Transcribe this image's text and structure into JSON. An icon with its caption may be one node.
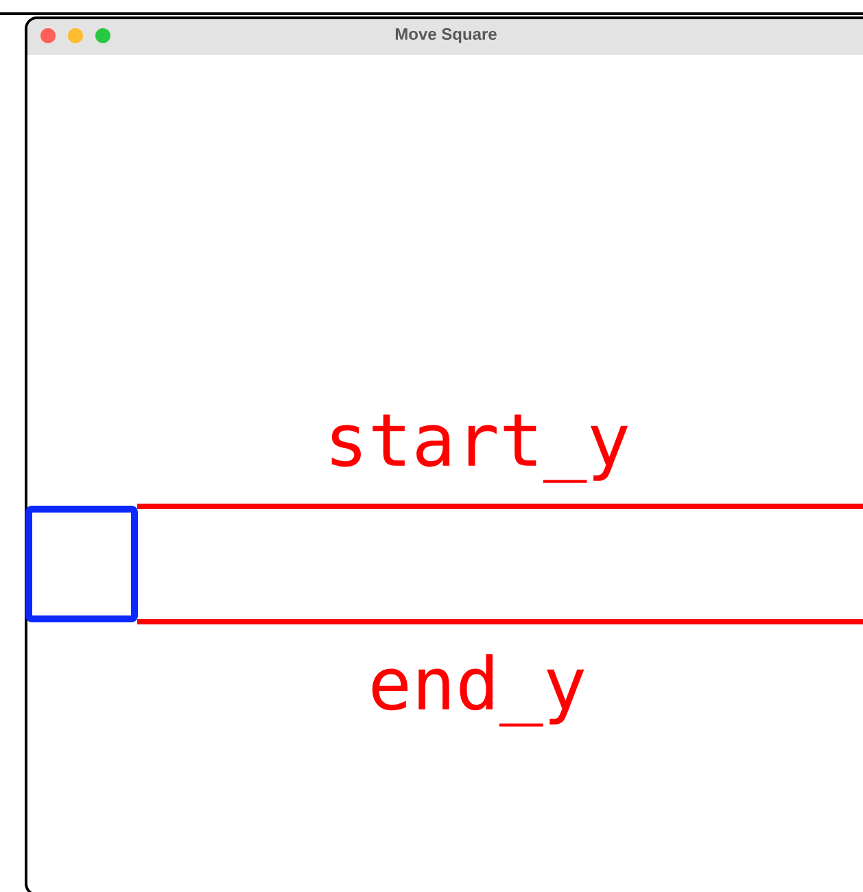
{
  "diagram": {
    "title": "Move Square",
    "nodes": [
      {
        "text": [],
        "shape": "box"
      }
    ],
    "labels": [
      "start_y",
      "end_y"
    ]
  }
}
